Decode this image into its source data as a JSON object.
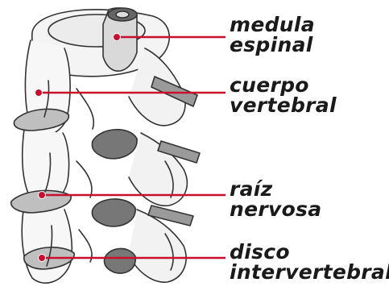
{
  "diagram": {
    "colors": {
      "leader": "#c8102e",
      "ink": "#333333",
      "shade": "#555555"
    },
    "labels": [
      {
        "id": "spinal-cord",
        "lines": [
          "medula",
          "espinal"
        ]
      },
      {
        "id": "vertebral-body",
        "lines": [
          "cuerpo",
          "vertebral"
        ]
      },
      {
        "id": "nerve-root",
        "lines": [
          "raíz",
          "nervosa"
        ]
      },
      {
        "id": "intervertebral-disc",
        "lines": [
          "disco",
          "intervertebral"
        ]
      }
    ]
  }
}
